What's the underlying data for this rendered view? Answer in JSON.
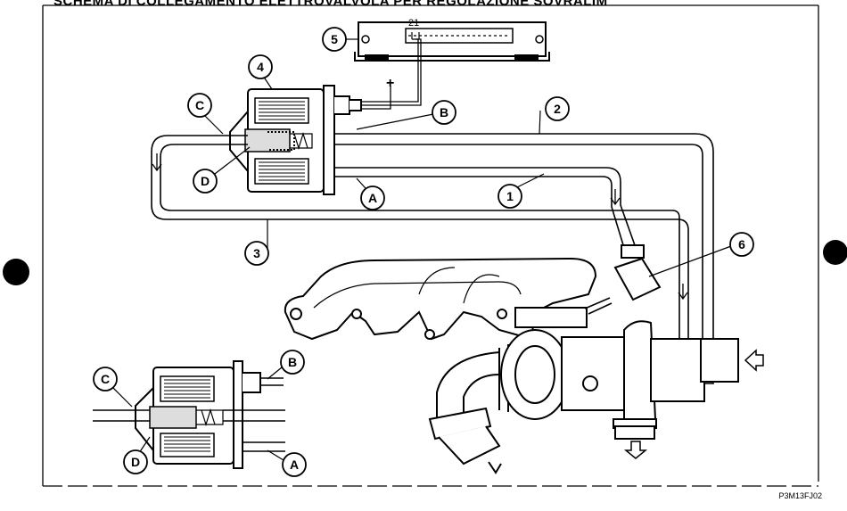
{
  "header": {
    "text": "SCHEMA DI COLLEGAMENTO ELETTROVALVOLA PER REGOLAZIONE SOVRALIM"
  },
  "figure_code": "P3M13FJ02",
  "connector_pin": "21",
  "plus_sign": "+",
  "callouts": {
    "n1": "1",
    "n2": "2",
    "n3": "3",
    "n4": "4",
    "n5": "5",
    "n6": "6",
    "A": "A",
    "B": "B",
    "C": "C",
    "D": "D",
    "A2": "A",
    "B2": "B",
    "C2": "C",
    "D2": "D"
  }
}
